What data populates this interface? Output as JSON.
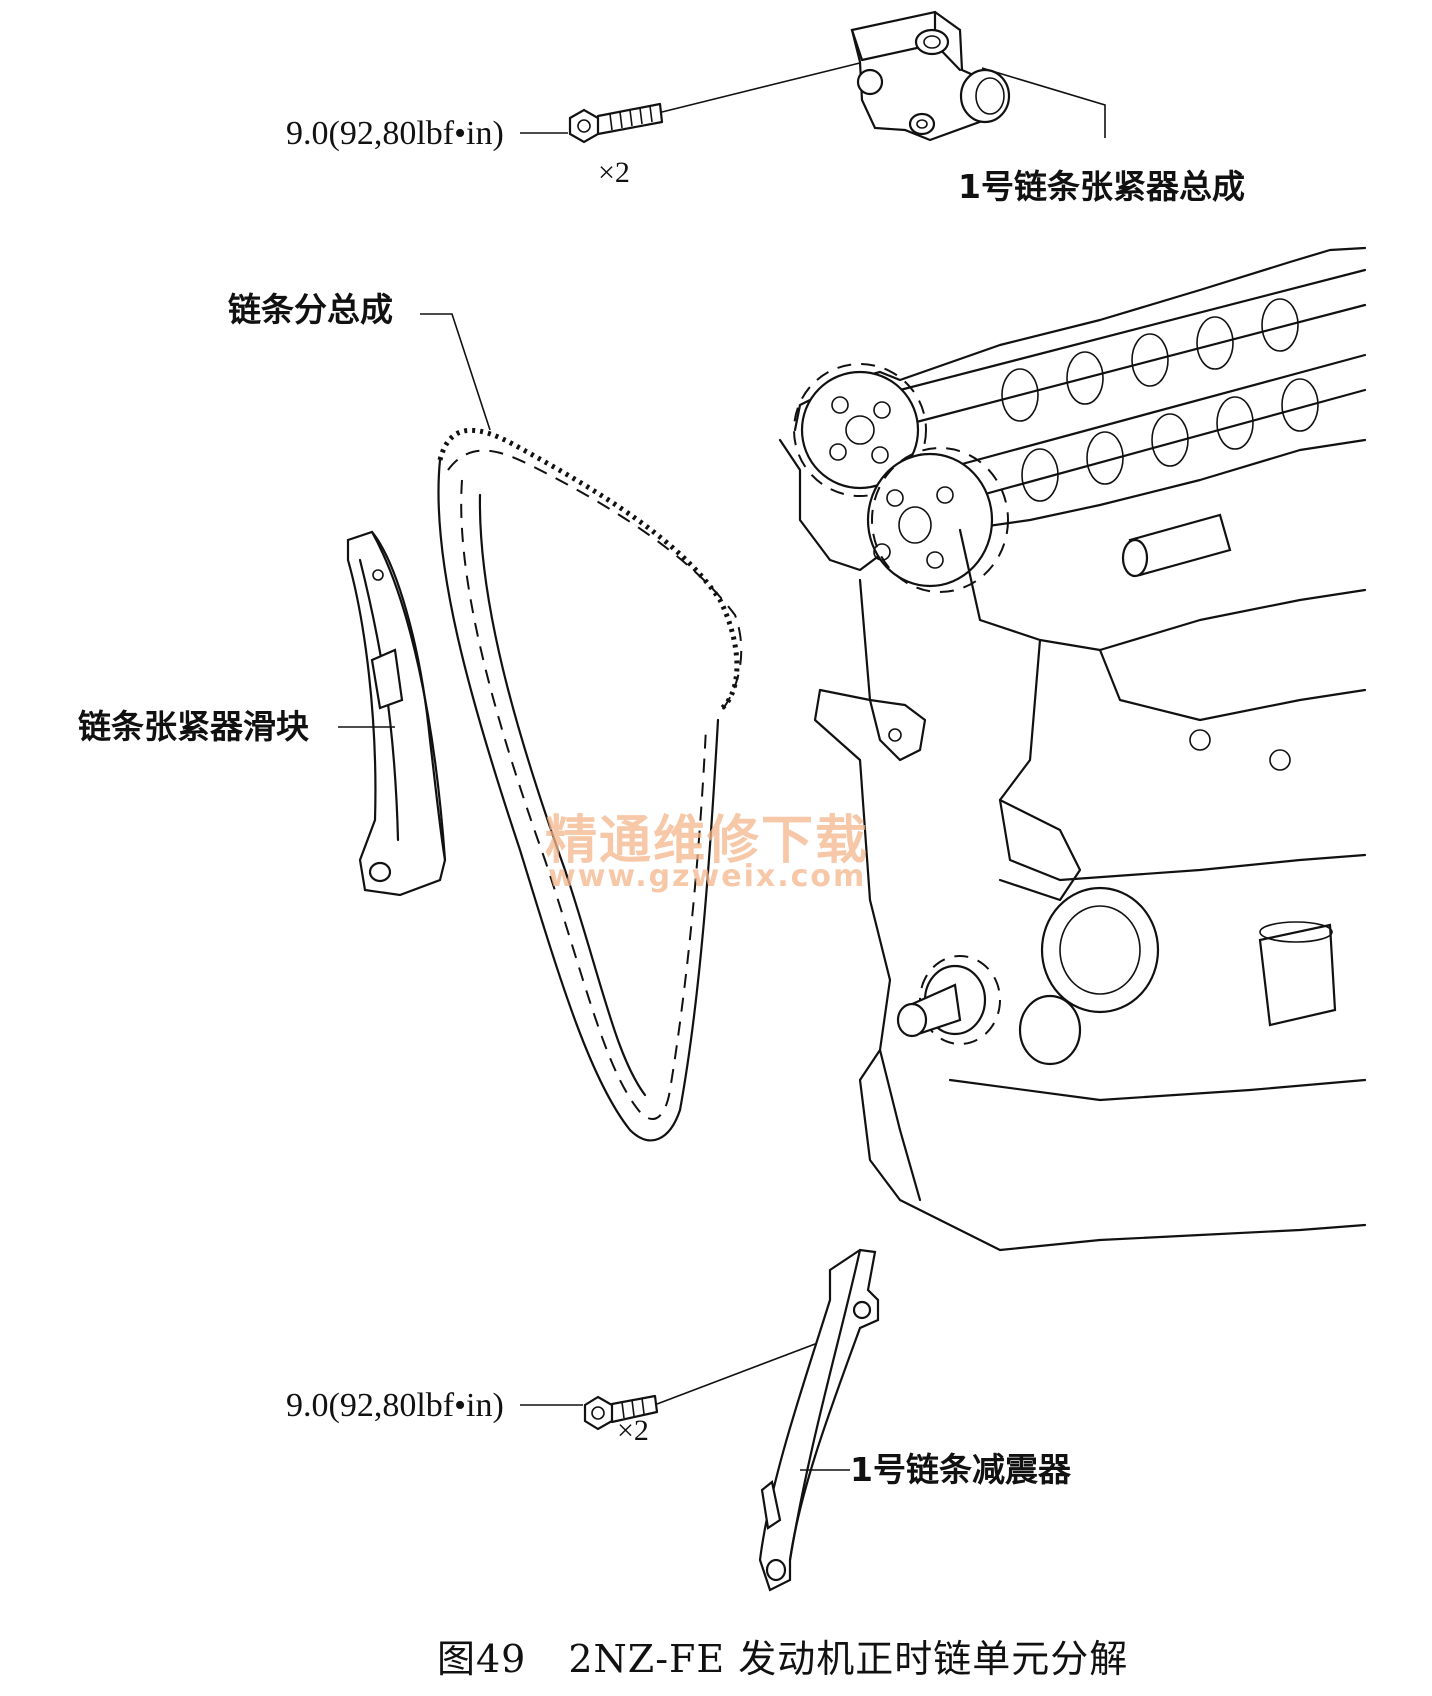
{
  "labels": {
    "torque_top": "9.0(92,80lbf•in)",
    "qty_top": "×2",
    "tensioner_assembly": "1号链条张紧器总成",
    "chain_subassembly": "链条分总成",
    "tensioner_slipper": "链条张紧器滑块",
    "torque_bottom": "9.0(92,80lbf•in)",
    "qty_bottom": "×2",
    "damper": "1号链条减震器"
  },
  "watermark": {
    "line1": "精通维修下载",
    "line2": "www.gzweix.com"
  },
  "caption": {
    "figure": "图49",
    "text": "2NZ-FE 发动机正时链单元分解"
  },
  "colors": {
    "line": "#111111",
    "watermark": "#f4b68c"
  }
}
